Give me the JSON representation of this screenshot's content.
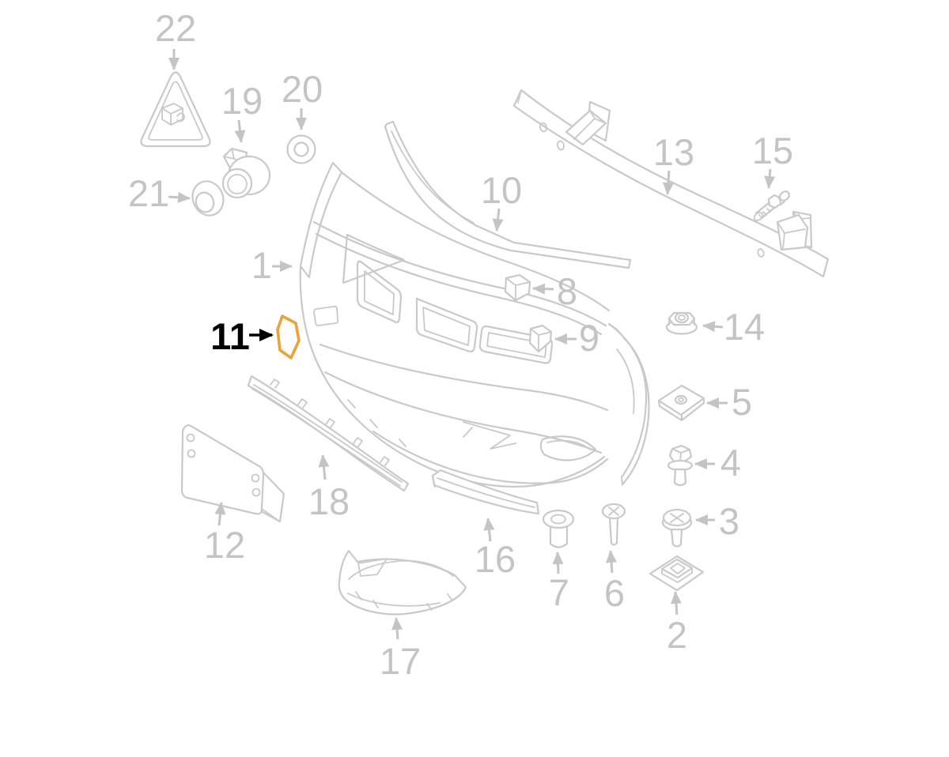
{
  "diagram": {
    "description": "Exploded parts diagram of a car front bumper with numbered callouts",
    "colors": {
      "background": "#ffffff",
      "line": "#c9c9c9",
      "label": "#c4c4c4",
      "highlight": "#e8a33d",
      "highlight_label": "#000000"
    },
    "highlight": {
      "part": "11",
      "color": "#e8a33d",
      "text_color": "#000000"
    },
    "callouts": {
      "1": "1",
      "2": "2",
      "3": "3",
      "4": "4",
      "5": "5",
      "6": "6",
      "7": "7",
      "8": "8",
      "9": "9",
      "10": "10",
      "11": "11",
      "12": "12",
      "13": "13",
      "14": "14",
      "15": "15",
      "16": "16",
      "17": "17",
      "18": "18",
      "19": "19",
      "20": "20",
      "21": "21",
      "22": "22"
    }
  }
}
